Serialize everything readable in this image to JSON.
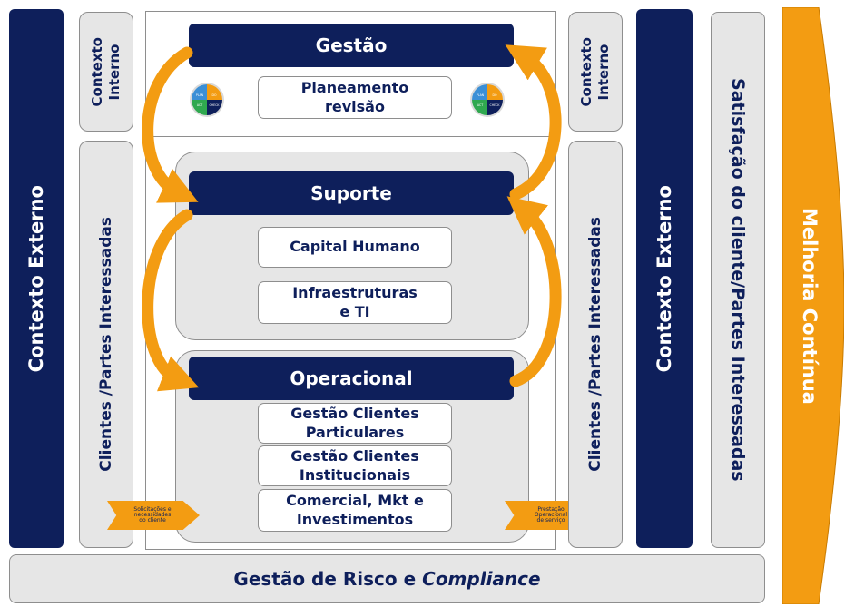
{
  "left_outer": {
    "label": "Contexto Externo"
  },
  "left_inner_top": {
    "label": "Contexto\nInterno"
  },
  "left_inner_bottom": {
    "label": "Clientes  /Partes Interessadas"
  },
  "right_inner_top": {
    "label": "Contexto\nInterno"
  },
  "right_inner_bottom": {
    "label": "Clientes  /Partes Interessadas"
  },
  "right_outer": {
    "label": "Contexto Externo"
  },
  "satisfacao": {
    "label": "Satisfação do cliente/Partes Interessadas"
  },
  "melhoria": {
    "label": "Melhoria Contínua"
  },
  "gestao": {
    "title": "Gestão",
    "box": "Planeamento\nrevisão"
  },
  "suporte": {
    "title": "Suporte",
    "items": [
      "Capital Humano",
      "Infraestruturas\ne TI"
    ]
  },
  "operacional": {
    "title": "Operacional",
    "items": [
      "Gestão Clientes\nParticulares",
      "Gestão Clientes\nInstitucionais",
      "Comercial, Mkt e\nInvestimentos"
    ]
  },
  "tags": {
    "left": "Solicitações e\nnecessidades\ndo cliente",
    "right": "Prestação\nOperacional\nde serviço"
  },
  "pdca": {
    "p": "PLAN",
    "d": "DO",
    "c": "CHECK",
    "a": "ACT"
  },
  "footer": {
    "prefix": "Gestão de Risco e ",
    "italic": "Compliance"
  },
  "colors": {
    "navy": "#0e1f5b",
    "orange": "#f39c12",
    "grey": "#e6e6e6",
    "border": "#8e8e8e"
  }
}
